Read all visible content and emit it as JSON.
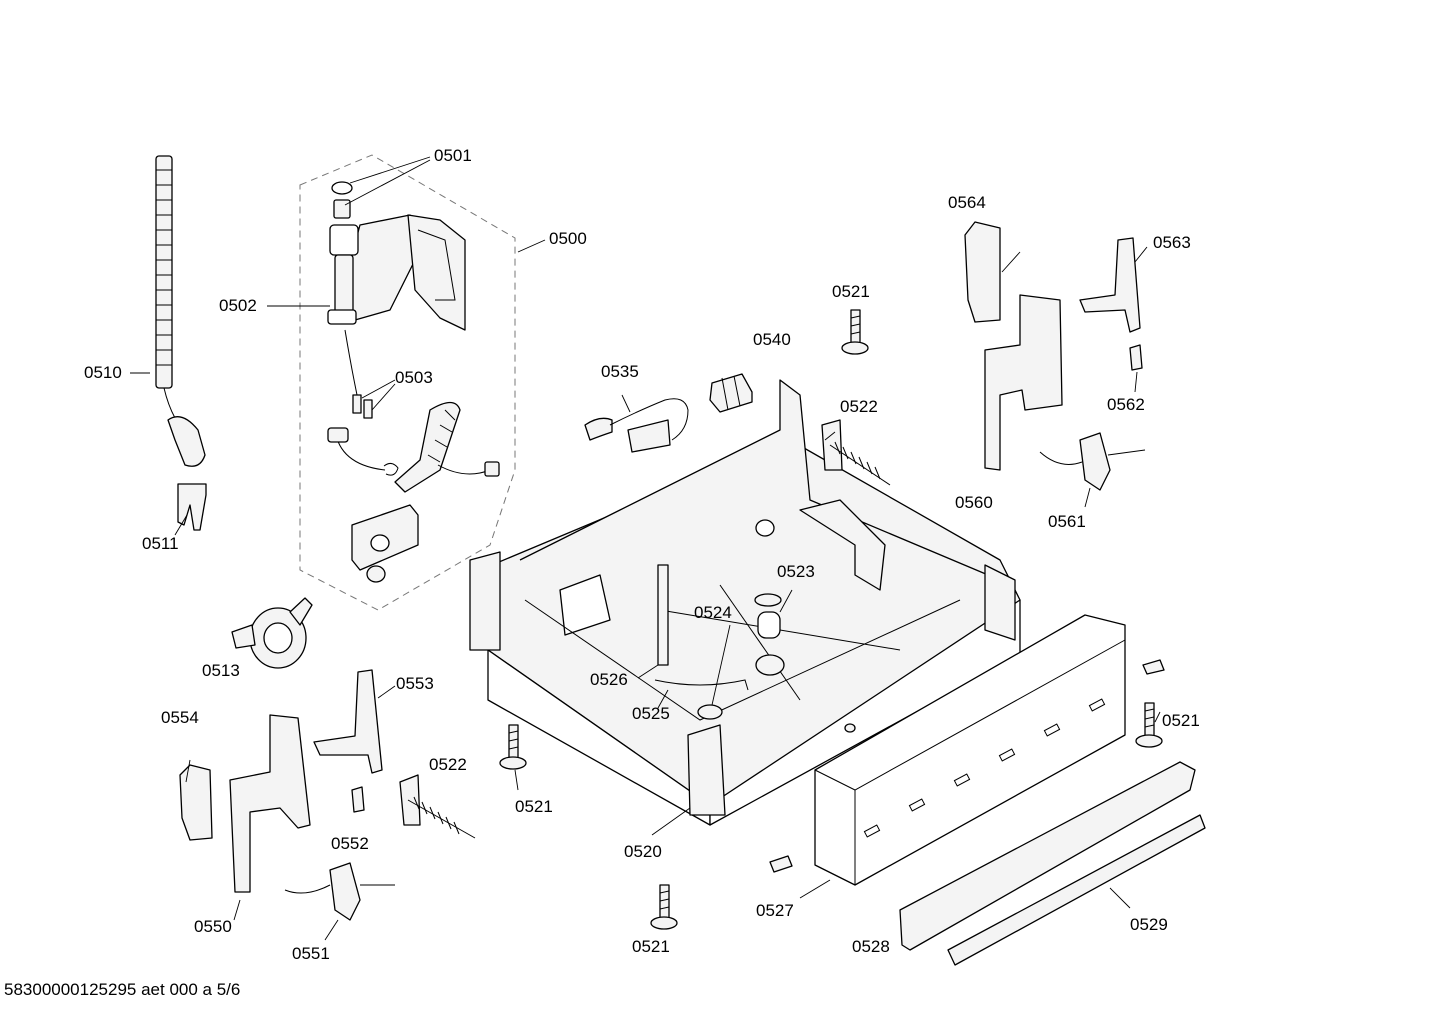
{
  "labels": {
    "l0500": "0500",
    "l0501": "0501",
    "l0502": "0502",
    "l0503": "0503",
    "l0510": "0510",
    "l0511": "0511",
    "l0513": "0513",
    "l0520": "0520",
    "l0521a": "0521",
    "l0521b": "0521",
    "l0521c": "0521",
    "l0521d": "0521",
    "l0522a": "0522",
    "l0522b": "0522",
    "l0523": "0523",
    "l0524": "0524",
    "l0525": "0525",
    "l0526": "0526",
    "l0527": "0527",
    "l0528": "0528",
    "l0529": "0529",
    "l0535": "0535",
    "l0540": "0540",
    "l0550": "0550",
    "l0551": "0551",
    "l0552": "0552",
    "l0553": "0553",
    "l0554": "0554",
    "l0560": "0560",
    "l0561": "0561",
    "l0562": "0562",
    "l0563": "0563",
    "l0564": "0564"
  },
  "footer": "58300000125295 aet 000 a 5/6"
}
